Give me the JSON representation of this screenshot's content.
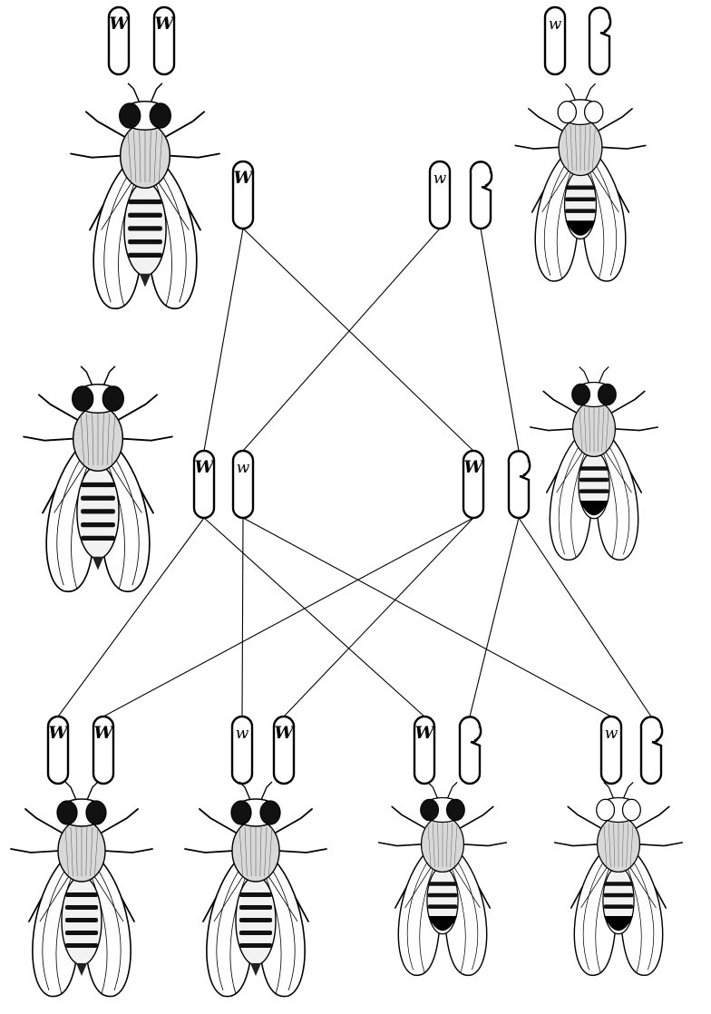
{
  "parents": [
    {
      "sex": "female",
      "eye": "red",
      "chromosomes": [
        "W",
        "W"
      ]
    },
    {
      "sex": "male",
      "eye": "white",
      "chromosomes": [
        "w",
        "Y"
      ]
    }
  ],
  "gametes": [
    {
      "allele": "W"
    },
    {
      "allele": "w"
    },
    {
      "allele": "Y"
    }
  ],
  "f1": [
    {
      "sex": "female",
      "eye": "red",
      "chromosomes": [
        "W",
        "w"
      ]
    },
    {
      "sex": "male",
      "eye": "red",
      "chromosomes": [
        "W",
        "Y"
      ]
    }
  ],
  "f2": [
    {
      "sex": "female",
      "eye": "red",
      "chromosomes": [
        "W",
        "W"
      ]
    },
    {
      "sex": "female",
      "eye": "red",
      "chromosomes": [
        "w",
        "W"
      ]
    },
    {
      "sex": "male",
      "eye": "red",
      "chromosomes": [
        "W",
        "Y"
      ]
    },
    {
      "sex": "male",
      "eye": "white",
      "chromosomes": [
        "w",
        "Y"
      ]
    }
  ]
}
